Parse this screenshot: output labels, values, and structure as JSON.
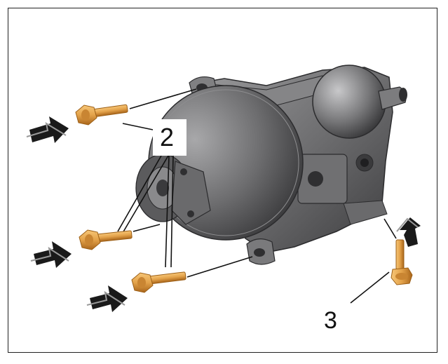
{
  "diagram": {
    "callouts": [
      {
        "id": "bolts-front",
        "label": "2"
      },
      {
        "id": "bolt-bottom",
        "label": "3"
      }
    ],
    "colors": {
      "bolt": "#e3a24a",
      "bolt_dark": "#b06d1c",
      "pump_body": "#6e6e70",
      "pump_dark": "#3c3c3e",
      "arrow": "#1a1a1a"
    }
  }
}
